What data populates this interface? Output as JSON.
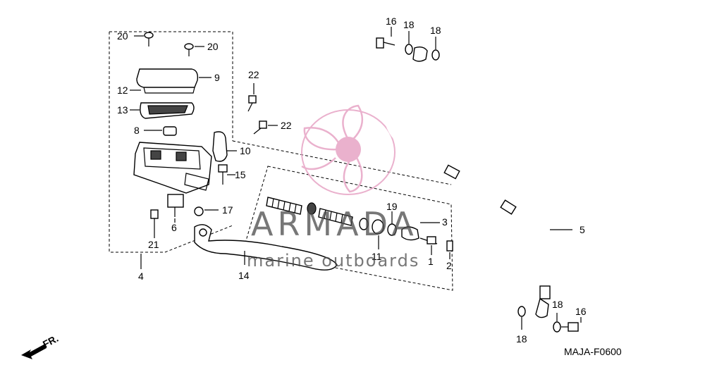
{
  "callouts": {
    "c1": "1",
    "c2": "2",
    "c3": "3",
    "c4": "4",
    "c5": "5",
    "c6": "6",
    "c8": "8",
    "c9": "9",
    "c10": "10",
    "c11": "11",
    "c12": "12",
    "c13": "13",
    "c14": "14",
    "c15": "15",
    "c16a": "16",
    "c16b": "16",
    "c17": "17",
    "c18a": "18",
    "c18b": "18",
    "c18c": "18",
    "c18d": "18",
    "c19": "19",
    "c20a": "20",
    "c20b": "20",
    "c21": "21",
    "c22a": "22",
    "c22b": "22"
  },
  "direction_label": "FR.",
  "diagram_code": "MAJA-F0600",
  "watermark": {
    "brand": "ARMADA",
    "tagline": "marine outboards",
    "logo_color": "#e8a9c8"
  }
}
